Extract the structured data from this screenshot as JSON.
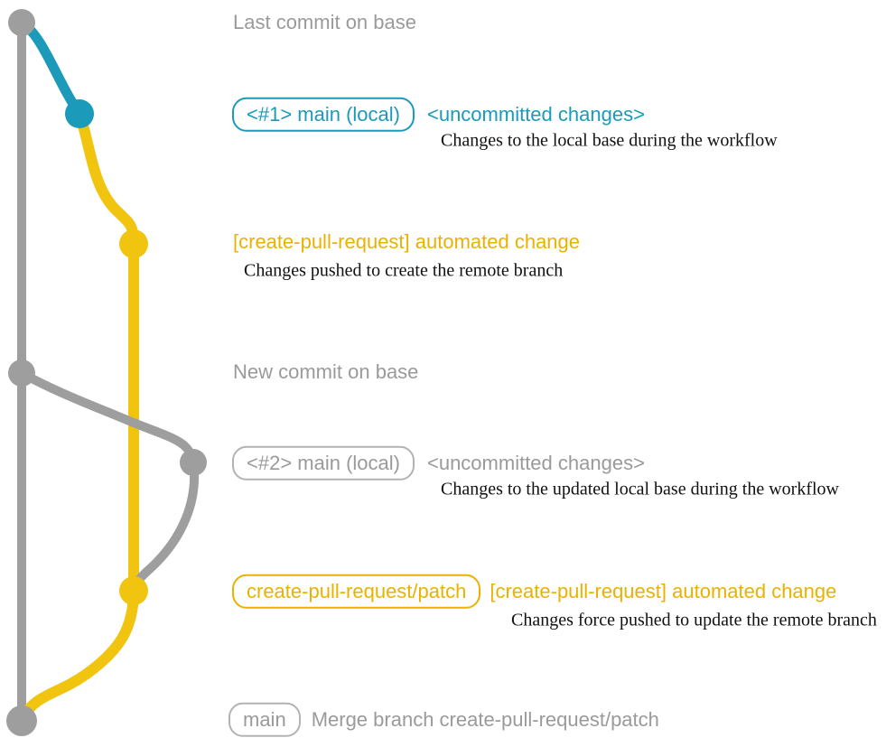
{
  "colors": {
    "gray": "#9e9e9e",
    "gray_border": "#b3b3b3",
    "gray_text": "#9a9a9a",
    "blue": "#1b9aba",
    "yellow": "#f1c40f",
    "yellow_text": "#eab200",
    "ink": "#111111"
  },
  "graph": {
    "branches": [
      {
        "name": "base",
        "color": "#9e9e9e"
      },
      {
        "name": "main (local)",
        "color": "#1b9aba"
      },
      {
        "name": "create-pull-request/patch",
        "color": "#f1c40f"
      }
    ]
  },
  "milestones": {
    "last_commit_on_base": "Last commit on base",
    "new_commit_on_base": "New commit on base"
  },
  "row1": {
    "badge": "<#1> main (local)",
    "note": "<uncommitted changes>",
    "caption": "Changes to the local base during the workflow"
  },
  "row2": {
    "label": "[create-pull-request] automated change",
    "caption": "Changes pushed to create the remote branch"
  },
  "row3": {
    "badge": "<#2> main (local)",
    "note": "<uncommitted changes>",
    "caption": "Changes to the updated local base during the workflow"
  },
  "row4": {
    "badge": "create-pull-request/patch",
    "label": "[create-pull-request] automated change",
    "caption": "Changes force pushed to update the remote branch"
  },
  "row5": {
    "badge": "main",
    "label": "Merge branch create-pull-request/patch"
  }
}
